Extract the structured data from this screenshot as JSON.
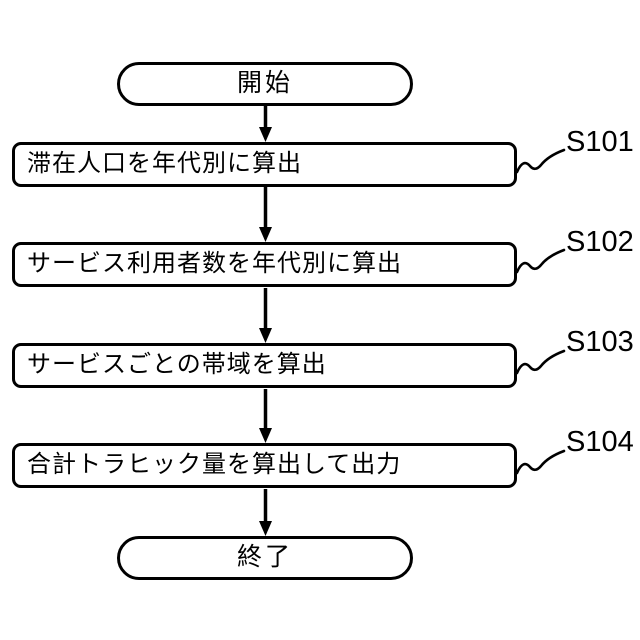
{
  "figure": {
    "type": "flowchart",
    "background_color": "#ffffff",
    "stroke_color": "#000000",
    "start": {
      "label": "開始"
    },
    "end": {
      "label": "終了"
    },
    "steps": [
      {
        "ref": "S101",
        "label": "滞在人口を年代別に算出"
      },
      {
        "ref": "S102",
        "label": "サービス利用者数を年代別に算出"
      },
      {
        "ref": "S103",
        "label": "サービスごとの帯域を算出"
      },
      {
        "ref": "S104",
        "label": "合計トラヒック量を算出して出力"
      }
    ]
  }
}
